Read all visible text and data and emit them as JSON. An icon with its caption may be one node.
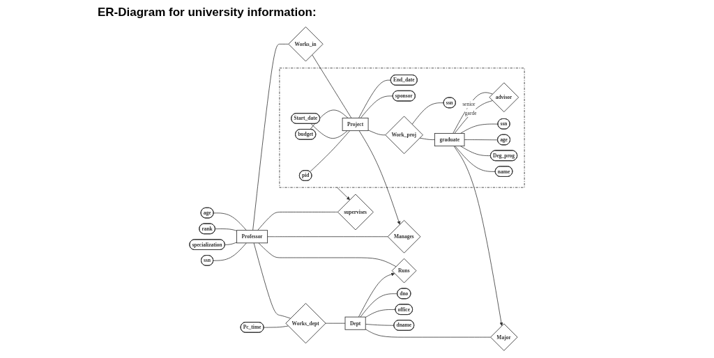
{
  "diagram": {
    "title": "ER-Diagram for university information:",
    "nodes": [
      {
        "text": [
          "age"
        ]
      },
      {
        "text": [
          "rank"
        ]
      },
      {
        "text": [
          "specialization"
        ]
      },
      {
        "text": [
          "Professor"
        ]
      },
      {
        "text": [
          "ssn"
        ]
      },
      {
        "text": [
          "Works_in"
        ]
      },
      {
        "text": [
          "Manages"
        ]
      },
      {
        "text": [
          "Pc_time"
        ]
      },
      {
        "text": [
          "Works_dept"
        ]
      },
      {
        "text": [
          "Runs"
        ]
      },
      {
        "text": [
          "supervises"
        ]
      },
      {
        "text": [
          "Dept"
        ]
      },
      {
        "text": [
          "Major"
        ]
      },
      {
        "text": [
          "dno"
        ]
      },
      {
        "text": [
          "office"
        ]
      },
      {
        "text": [
          "dname"
        ]
      },
      {
        "text": [],
        "shape": "box"
      },
      {
        "text": [
          "budget"
        ],
        "in": 16
      },
      {
        "text": [
          "Start_date"
        ],
        "in": 16
      },
      {
        "text": [
          "pid"
        ],
        "in": 16
      },
      {
        "text": [
          "End_date"
        ],
        "in": 16
      },
      {
        "text": [
          "Project"
        ],
        "in": 16
      },
      {
        "text": [
          "sponsor"
        ],
        "in": 16
      },
      {
        "text": [
          "Work_proj"
        ],
        "in": 16
      },
      {
        "text": [
          "ssn"
        ],
        "in": 16
      },
      {
        "text": [
          "graduate"
        ],
        "in": 16
      },
      {
        "text": [
          "advisor"
        ],
        "in": 16
      },
      {
        "text": [
          "ssn"
        ],
        "in": 16
      },
      {
        "text": [
          "age"
        ],
        "in": 16
      },
      {
        "text": [
          "Deg_prog"
        ],
        "in": 16
      },
      {
        "text": [
          "name"
        ],
        "in": 16
      }
    ],
    "edges": [
      {
        "from": 0,
        "to": 3,
        "arrow": "none"
      },
      {
        "from": 1,
        "to": 3,
        "arrow": "none"
      },
      {
        "from": 2,
        "to": 3,
        "arrow": "none"
      },
      {
        "from": 4,
        "to": 3,
        "arrow": "none"
      },
      {
        "from": 3,
        "to": 5,
        "arrow": "none"
      },
      {
        "from": 5,
        "to": 21,
        "arrow": "none"
      },
      {
        "from": 3,
        "to": 6,
        "arrow": "none"
      },
      {
        "from": 21,
        "to": 6,
        "arrow": "to"
      },
      {
        "from": 3,
        "to": 10,
        "arrow": "none"
      },
      {
        "from": 16,
        "to": 10,
        "arrow": "to"
      },
      {
        "from": 3,
        "to": 8,
        "arrow": "none"
      },
      {
        "from": 7,
        "to": 8,
        "arrow": "none"
      },
      {
        "from": 8,
        "to": 11,
        "arrow": "none"
      },
      {
        "from": 3,
        "to": 9,
        "arrow": "none"
      },
      {
        "from": 11,
        "to": 9,
        "arrow": "to"
      },
      {
        "from": 11,
        "to": 12,
        "arrow": "none"
      },
      {
        "from": 25,
        "to": 12,
        "arrow": "to"
      },
      {
        "from": 11,
        "to": 13,
        "arrow": "none"
      },
      {
        "from": 11,
        "to": 14,
        "arrow": "none"
      },
      {
        "from": 11,
        "to": 15,
        "arrow": "none"
      },
      {
        "from": 17,
        "to": 21,
        "arrow": "none"
      },
      {
        "from": 18,
        "to": 21,
        "arrow": "none"
      },
      {
        "from": 19,
        "to": 21,
        "arrow": "none"
      },
      {
        "from": 21,
        "to": 20,
        "arrow": "none"
      },
      {
        "from": 21,
        "to": 22,
        "arrow": "none"
      },
      {
        "from": 21,
        "to": 23,
        "arrow": "none"
      },
      {
        "from": 23,
        "to": 24,
        "arrow": "none"
      },
      {
        "from": 23,
        "to": 25,
        "arrow": "none"
      },
      {
        "from": 25,
        "to": 26,
        "label": "senior",
        "arrow": "none"
      },
      {
        "from": 25,
        "to": 26,
        "label": "garde",
        "arrow": "none"
      },
      {
        "from": 25,
        "to": 27,
        "arrow": "none"
      },
      {
        "from": 25,
        "to": 28,
        "arrow": "none"
      },
      {
        "from": 25,
        "to": 29,
        "arrow": "none"
      },
      {
        "from": 25,
        "to": 30,
        "arrow": "none"
      }
    ]
  }
}
